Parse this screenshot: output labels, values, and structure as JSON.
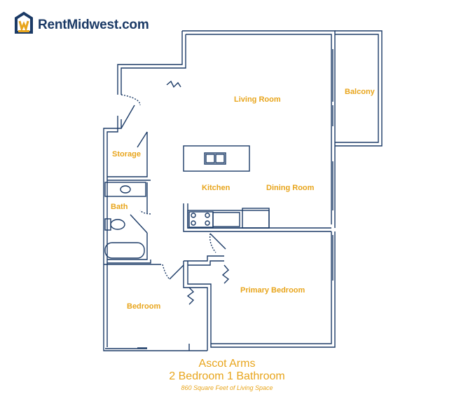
{
  "brand": {
    "name_part1": "RentMidwest",
    "name_part2": ".com",
    "accent_color": "#e8a51c",
    "wall_color": "#1b3a66",
    "logo_icon": "house-w-icon"
  },
  "rooms": {
    "living_room": "Living Room",
    "balcony": "Balcony",
    "storage": "Storage",
    "kitchen": "Kitchen",
    "dining_room": "Dining Room",
    "bath": "Bath",
    "bedroom": "Bedroom",
    "primary_bedroom": "Primary Bedroom"
  },
  "caption": {
    "property_name": "Ascot Arms",
    "unit_type": "2 Bedroom 1 Bathroom",
    "area": "860 Square Feet of Living Space"
  }
}
